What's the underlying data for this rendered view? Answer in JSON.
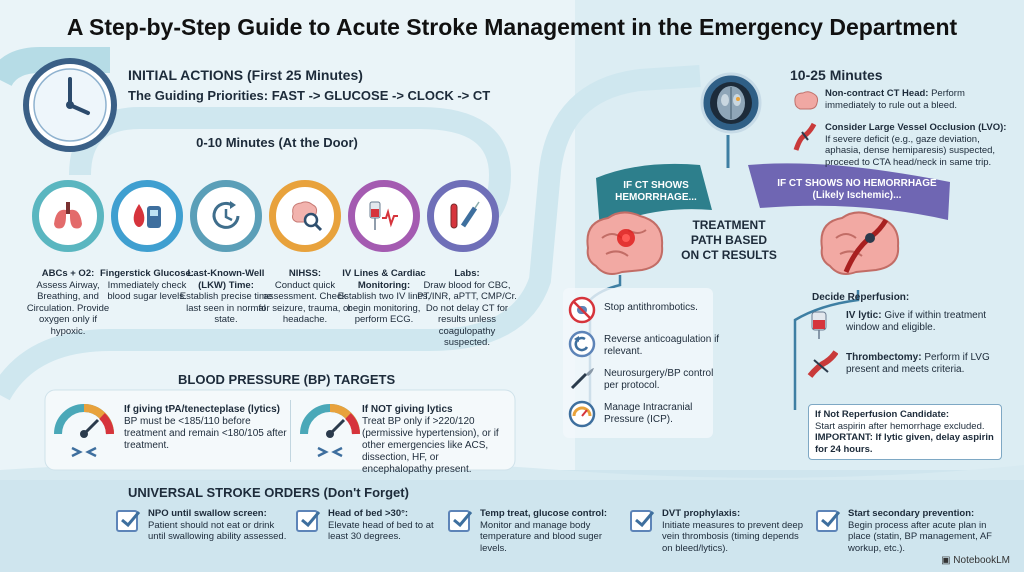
{
  "title": "A Step-by-Step Guide to Acute Stroke Management in the Emergency Department",
  "initial": {
    "heading": "INITIAL ACTIONS (First 25 Minutes)",
    "priorities": "The Guiding Priorities: FAST -> GLUCOSE -> CLOCK -> CT",
    "door_heading": "0-10 Minutes (At the Door)"
  },
  "steps": [
    {
      "title": "ABCs + O2:",
      "body": "Assess Airway, Breathing, and Circulation. Provide oxygen only if hypoxic.",
      "icon": "lungs-icon",
      "color": "#5ab6c0"
    },
    {
      "title": "Fingerstick Glucose:",
      "body": "Immediately check blood sugar levels.",
      "icon": "glucometer-icon",
      "color": "#3f9fd0"
    },
    {
      "title": "Last-Known-Well (LKW) Time:",
      "body": "Establish precise time last seen in normal state.",
      "icon": "clock-arrow-icon",
      "color": "#5b9fb8"
    },
    {
      "title": "NIHSS:",
      "body": "Conduct quick assessment. Check for seizure, trauma, or headache.",
      "icon": "brain-magnifier-icon",
      "color": "#e8a23c"
    },
    {
      "title": "IV Lines & Cardiac Monitoring:",
      "body": "Establish two IV lines, begin monitoring, perform ECG.",
      "icon": "iv-monitor-icon",
      "color": "#a45bb1"
    },
    {
      "title": "Labs:",
      "body": "Draw blood for CBC, PT/INR, aPTT, CMP/Cr. Do not delay CT for results unless coagulopathy suspected.",
      "icon": "syringe-tube-icon",
      "color": "#6f6fb8"
    }
  ],
  "bp": {
    "heading": "BLOOD PRESSURE (BP) TARGETS",
    "lytics_title": "If giving tPA/tenecteplase (lytics)",
    "lytics_body": "BP must be <185/110 before treatment and remain <180/105 after treatment.",
    "nolytics_title": "If NOT giving lytics",
    "nolytics_body": "Treat BP only if >220/120 (permissive hypertension), or if other emergencies like ACS, dissection, HF, or encephalopathy present."
  },
  "ct": {
    "heading": "10-25 Minutes",
    "noncontrast_title": "Non-contract CT Head:",
    "noncontrast_body": "Perform immediately to rule out a bleed.",
    "lvo_title": "Consider Large Vessel Occlusion (LVO):",
    "lvo_body": "If severe deficit (e.g., gaze deviation, aphasia, dense hemiparesis) suspected, proceed to CTA head/neck in same trip."
  },
  "branches": {
    "hemorrhage_label": "IF CT SHOWS HEMORRHAGE...",
    "no_hemorrhage_label": "IF CT SHOWS NO HEMORRHAGE (Likely Ischemic)...",
    "center_title": "TREATMENT PATH BASED ON CT RESULTS"
  },
  "hemorrhage_steps": [
    {
      "text": "Stop antithrombotics.",
      "icon": "no-pill-icon"
    },
    {
      "text": "Reverse anticoagulation if relevant.",
      "icon": "reverse-arrow-icon"
    },
    {
      "text": "Neurosurgery/BP control per protocol.",
      "icon": "scalpel-icon"
    },
    {
      "text": "Manage Intracranial Pressure (ICP).",
      "icon": "pressure-gauge-icon"
    }
  ],
  "ischemic": {
    "decide": "Decide Reperfusion:",
    "iv_title": "IV lytic:",
    "iv_body": "Give if within treatment window and eligible.",
    "thrombectomy_title": "Thrombectomy:",
    "thrombectomy_body": "Perform if LVG present and meets criteria.",
    "note_title": "If Not Reperfusion Candidate:",
    "note_body": "Start aspirin after hemorrhage excluded.",
    "note_important": "IMPORTANT: If lytic given, delay aspirin for 24 hours."
  },
  "universal": {
    "heading": "UNIVERSAL STROKE ORDERS (Don't Forget)",
    "items": [
      {
        "title": "NPO until swallow screen:",
        "body": "Patient should not eat or drink until swallowing ability assessed."
      },
      {
        "title": "Head of bed >30°:",
        "body": "Elevate head of bed to at least 30 degrees."
      },
      {
        "title": "Temp treat, glucose control:",
        "body": "Monitor and manage body temperature and blood suger levels."
      },
      {
        "title": "DVT prophylaxis:",
        "body": "Initiate measures to prevent deep vein thrombosis (timing depends on bleed/lytics)."
      },
      {
        "title": "Start secondary prevention:",
        "body": "Begin process after acute plan in place (statin, BP management, AF workup, etc.)."
      }
    ]
  },
  "brand": "NotebookLM"
}
